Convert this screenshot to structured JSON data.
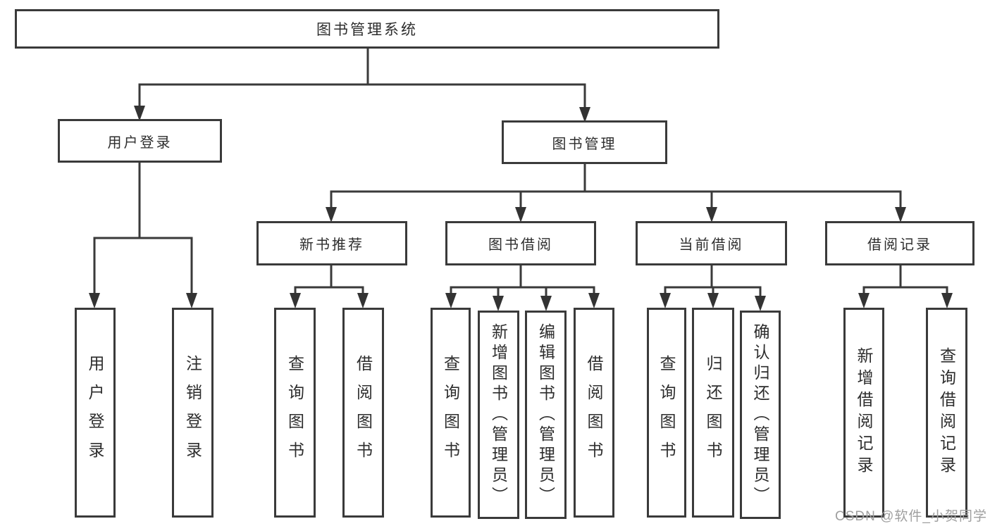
{
  "diagram": {
    "title": "图书管理系统",
    "root": {
      "label": "图书管理系统"
    },
    "level2": [
      {
        "label": "用户登录"
      },
      {
        "label": "图书管理"
      }
    ],
    "level3": [
      {
        "label": "新书推荐",
        "parent": "图书管理"
      },
      {
        "label": "图书借阅",
        "parent": "图书管理"
      },
      {
        "label": "当前借阅",
        "parent": "图书管理"
      },
      {
        "label": "借阅记录",
        "parent": "图书管理"
      }
    ],
    "leaves": [
      {
        "label": "用户登录",
        "parent": "用户登录"
      },
      {
        "label": "注销登录",
        "parent": "用户登录"
      },
      {
        "label": "查询图书",
        "parent": "新书推荐"
      },
      {
        "label": "借阅图书",
        "parent": "新书推荐"
      },
      {
        "label": "查询图书",
        "parent": "图书借阅"
      },
      {
        "label": "新增图书（管理员）",
        "parent": "图书借阅"
      },
      {
        "label": "编辑图书（管理员）",
        "parent": "图书借阅"
      },
      {
        "label": "借阅图书",
        "parent": "图书借阅"
      },
      {
        "label": "查询图书",
        "parent": "当前借阅"
      },
      {
        "label": "归还图书",
        "parent": "当前借阅"
      },
      {
        "label": "确认归还（管理员）",
        "parent": "当前借阅"
      },
      {
        "label": "新增借阅记录",
        "parent": "借阅记录"
      },
      {
        "label": "查询借阅记录",
        "parent": "借阅记录"
      }
    ]
  },
  "watermark": "CSDN @软件_小贺同学",
  "colors": {
    "line": "#3a3a3a",
    "box_border": "#3a3a3a",
    "box_fill": "#ffffff",
    "text": "#2d2d2d",
    "watermark": "#9f9f9f",
    "background": "#ffffff"
  }
}
